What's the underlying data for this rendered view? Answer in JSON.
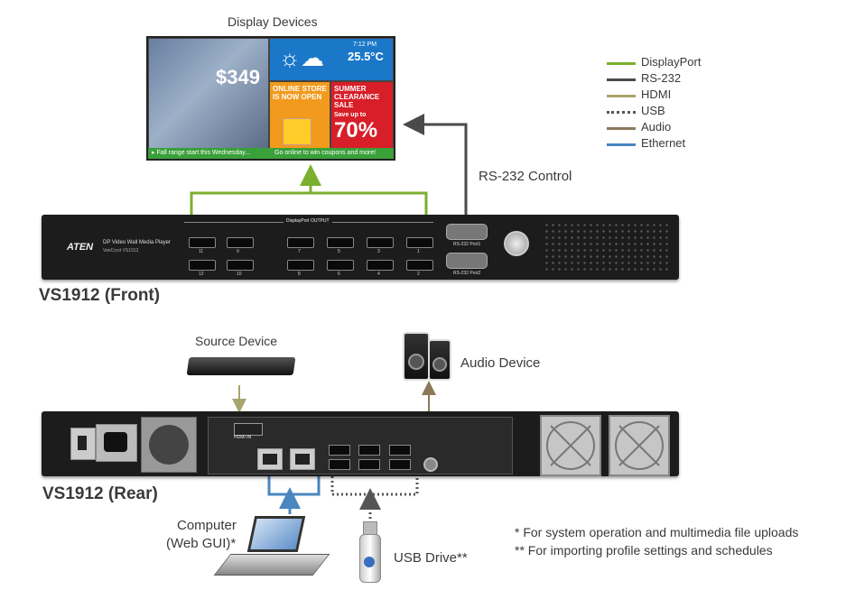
{
  "labels": {
    "display_devices": "Display Devices",
    "rs232_control": "RS-232 Control",
    "front": "VS1912 (Front)",
    "source_device": "Source Device",
    "audio_device": "Audio Device",
    "rear": "VS1912 (Rear)",
    "computer_line1": "Computer",
    "computer_line2": "(Web GUI)*",
    "usb_drive": "USB Drive**"
  },
  "notes": [
    "* For system operation and multimedia file uploads",
    "** For importing profile settings and schedules"
  ],
  "legend": [
    {
      "label": "DisplayPort",
      "color": "#7ab02e",
      "style": "solid"
    },
    {
      "label": "RS-232",
      "color": "#4a4a4a",
      "style": "solid"
    },
    {
      "label": "HDMI",
      "color": "#a8a56a",
      "style": "solid"
    },
    {
      "label": "USB",
      "color": "#555555",
      "style": "dotted"
    },
    {
      "label": "Audio",
      "color": "#8a7a5a",
      "style": "solid"
    },
    {
      "label": "Ethernet",
      "color": "#4a86c0",
      "style": "solid"
    }
  ],
  "screen": {
    "price": "$349",
    "time": "7:12 PM",
    "temp": "25.5°C",
    "online_store": "ONLINE STORE IS NOW OPEN",
    "summer_sale": "SUMMER CLEARANCE SALE",
    "save_up": "Save up to",
    "percent": "70%",
    "ticker_left": "▸ Fall range start  this Wednesday...",
    "ticker_right": "Go online to win coupons and more!"
  },
  "front_panel": {
    "brand": "ATEN",
    "product": "DP Video Wall Media Player",
    "model": "VanCryst VS1912",
    "output_label": "DisplayPort OUTPUT",
    "port_numbers_top": [
      "11",
      "9",
      "7",
      "5",
      "3",
      "1"
    ],
    "port_numbers_bottom": [
      "12",
      "10",
      "8",
      "6",
      "4",
      "2"
    ],
    "rs232_port1": "RS-232 Port1",
    "rs232_port2": "RS-232 Port2"
  },
  "rear_panel": {
    "hdmi_in": "HDMI IN"
  }
}
